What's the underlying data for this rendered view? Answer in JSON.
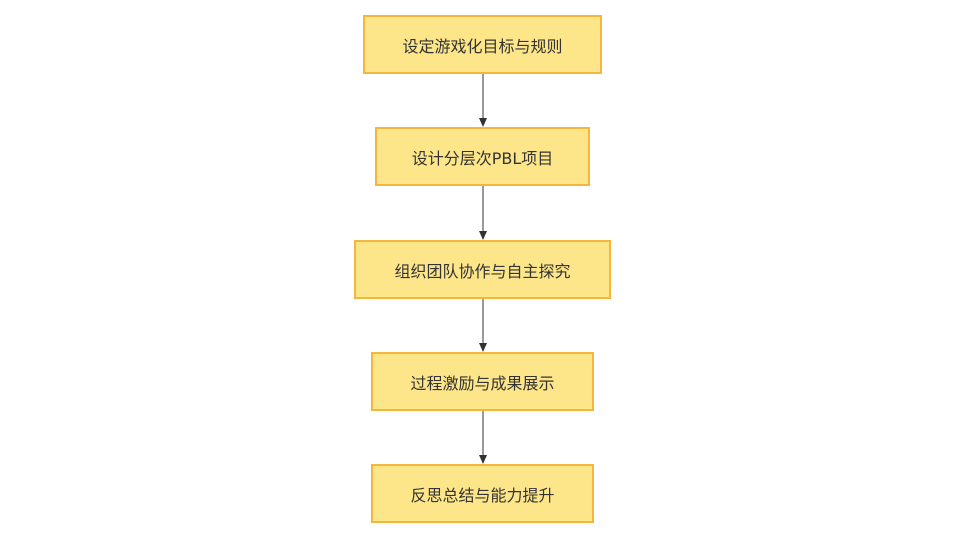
{
  "flowchart": {
    "steps": [
      {
        "label": "设定游戏化目标与规则"
      },
      {
        "label": "设计分层次PBL项目"
      },
      {
        "label": "组织团队协作与自主探究"
      },
      {
        "label": "过程激励与成果展示"
      },
      {
        "label": "反思总结与能力提升"
      }
    ]
  },
  "colors": {
    "node_fill": "#fde68a",
    "node_border": "#f4b63c",
    "arrow": "#333333",
    "text": "#333333"
  }
}
